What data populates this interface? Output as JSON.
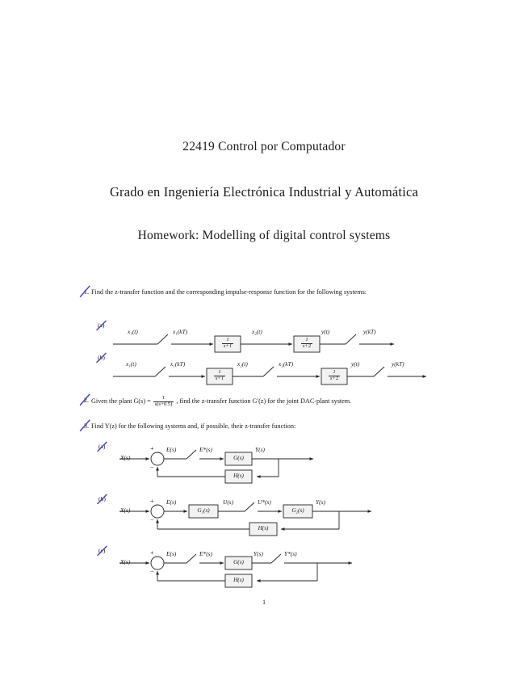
{
  "document": {
    "page_number": "1",
    "ink_color": "#4848bd",
    "line_color": "#232323",
    "box_fill": "#f2f2f2"
  },
  "titles": {
    "course_code_and_name": "22419 Control por Computador",
    "degree": "Grado en Ingeniería Electrónica Industrial y Automática",
    "assignment": "Homework: Modelling of digital control systems"
  },
  "problems": [
    {
      "number": "1.",
      "struck_through": true,
      "text": "Find the z-transfer function and the corresponding impulse-response function for the following systems:",
      "items": [
        {
          "label": "(a)",
          "struck_through": true,
          "signals": [
            "x₁(t)",
            "x₁(kT)",
            "x₂(t)",
            "y(t)",
            "y(kT)"
          ],
          "blocks": [
            {
              "numerator": "1",
              "denominator": "s+1"
            },
            {
              "numerator": "1",
              "denominator": "s+2"
            }
          ],
          "samplers": 2
        },
        {
          "label": "(b)",
          "struck_through": true,
          "signals": [
            "x₁(t)",
            "x₁(kT)",
            "x₂(t)",
            "x₂(kT)",
            "y(t)",
            "y(kT)"
          ],
          "blocks": [
            {
              "numerator": "1",
              "denominator": "s+1"
            },
            {
              "numerator": "1",
              "denominator": "s+2"
            }
          ],
          "samplers": 3
        }
      ]
    },
    {
      "number": "2.",
      "struck_through": true,
      "text_before": "Given the plant G(s) =",
      "plant": {
        "numerator": "1",
        "denominator": "s(s+0.5)"
      },
      "text_after": ", find the z-transfer function G′(z) for the joint DAC-plant system."
    },
    {
      "number": "3.",
      "struck_through": true,
      "text": "Find Y(z) for the following systems and, if possible, their z-transfer function:",
      "items": [
        {
          "label": "(a)",
          "struck_through": true,
          "input": "X(s)",
          "sum_signs": {
            "plus": "+",
            "minus": "−"
          },
          "signals": [
            "E(s)",
            "E*(s)",
            "Y(s)"
          ],
          "forward_blocks": [
            "G(s)"
          ],
          "feedback_block": "H(s)",
          "samplers": 1
        },
        {
          "label": "(b)",
          "struck_through": true,
          "input": "X(s)",
          "sum_signs": {
            "plus": "+",
            "minus": "−"
          },
          "signals": [
            "E(s)",
            "U(s)",
            "U*(s)",
            "Y(s)"
          ],
          "forward_blocks": [
            "G₁(s)",
            "G₂(s)"
          ],
          "feedback_block": "H(s)",
          "samplers": 1
        },
        {
          "label": "(c)",
          "struck_through": true,
          "input": "X(s)",
          "sum_signs": {
            "plus": "+",
            "minus": "−"
          },
          "signals": [
            "E(s)",
            "E*(s)",
            "Y(s)",
            "Y*(s)"
          ],
          "forward_blocks": [
            "G(s)"
          ],
          "feedback_block": "H(s)",
          "samplers": 2
        }
      ]
    }
  ]
}
